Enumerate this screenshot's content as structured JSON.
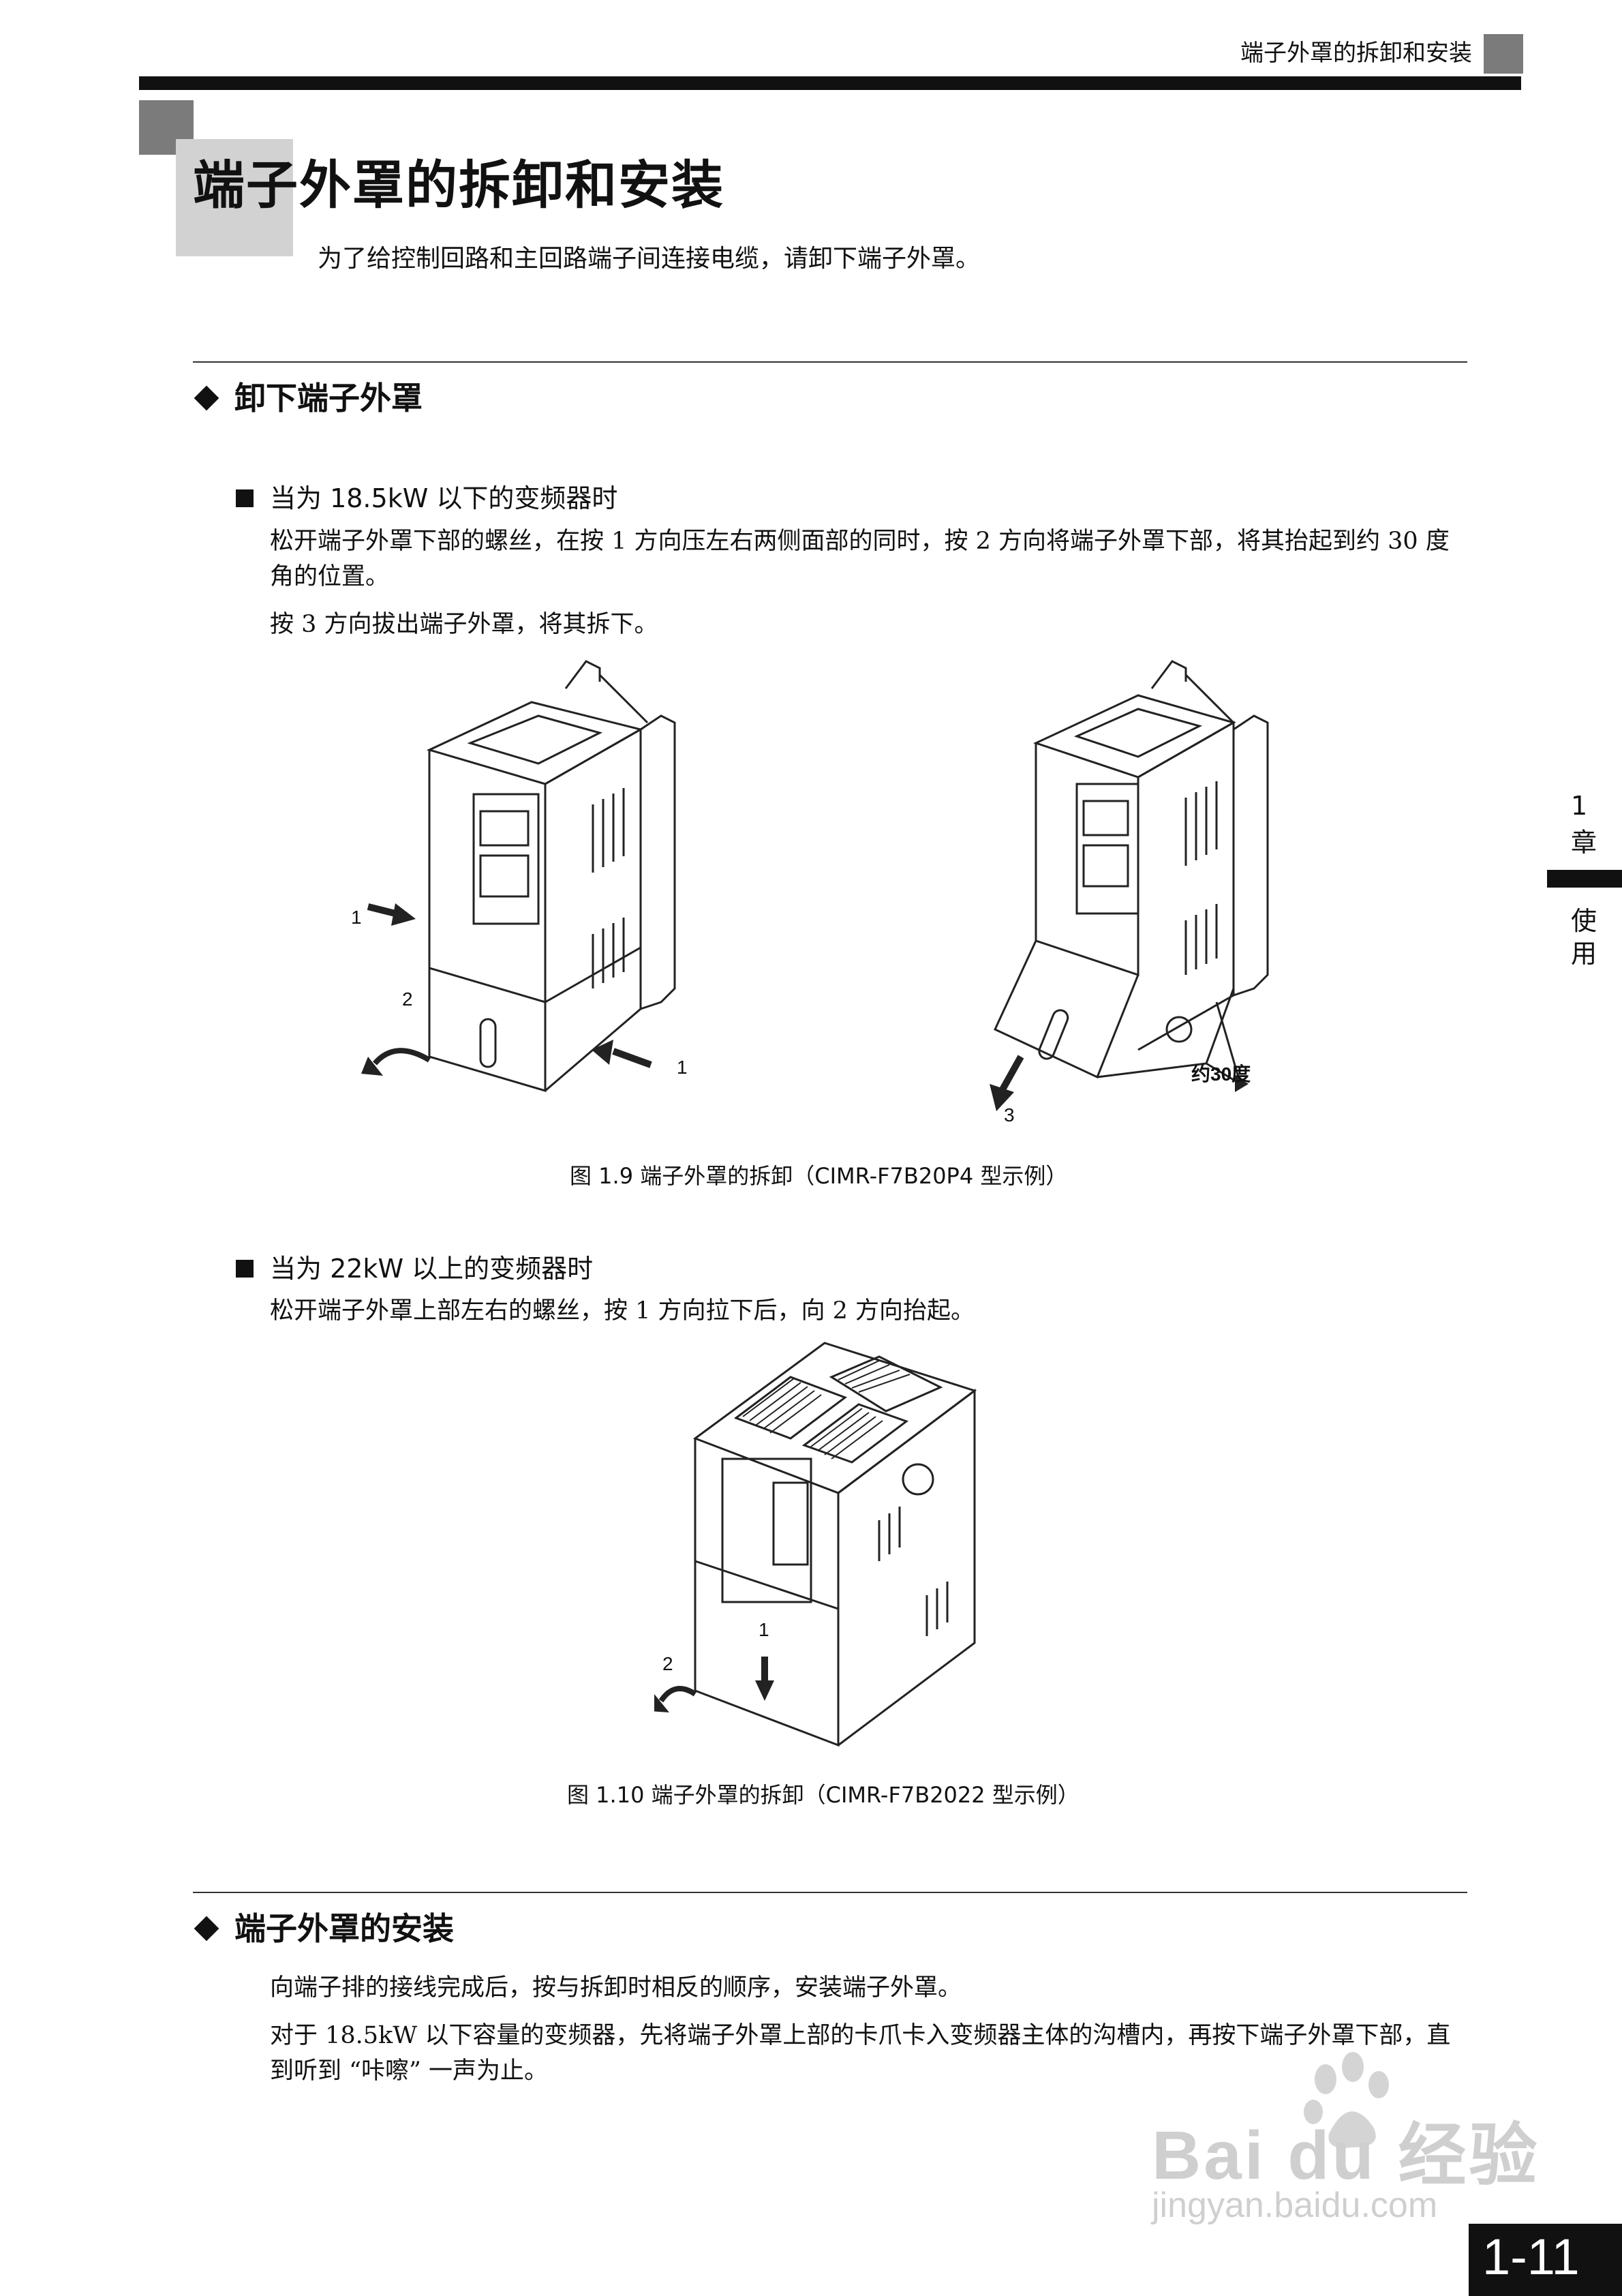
{
  "header": {
    "title": "端子外罩的拆卸和安装"
  },
  "main_title": "端子外罩的拆卸和安装",
  "intro": "为了给控制回路和主回路端子间连接电缆，请卸下端子外罩。",
  "section1": {
    "heading": "卸下端子外罩",
    "sub1": {
      "heading": "当为 18.5kW 以下的变频器时",
      "para1": "松开端子外罩下部的螺丝，在按 1 方向压左右两侧面部的同时，按 2 方向将端子外罩下部，将其抬起到约 30 度角的位置。",
      "para2": "按 3 方向拔出端子外罩，将其拆下。",
      "fig_labels": {
        "l1a": "1",
        "l2": "2",
        "l1b": "1",
        "l3": "3",
        "angle": "约30度"
      },
      "caption": "图 1.9 端子外罩的拆卸（CIMR-F7B20P4 型示例）"
    },
    "sub2": {
      "heading": "当为 22kW 以上的变频器时",
      "para1": "松开端子外罩上部左右的螺丝，按 1 方向拉下后，向 2 方向抬起。",
      "fig_labels": {
        "l1": "1",
        "l2": "2"
      },
      "caption": "图 1.10 端子外罩的拆卸（CIMR-F7B2022 型示例）"
    }
  },
  "section2": {
    "heading": "端子外罩的安装",
    "para1": "向端子排的接线完成后，按与拆卸时相反的顺序，安装端子外罩。",
    "para2": "对于 18.5kW 以下容量的变频器，先将端子外罩上部的卡爪卡入变频器主体的沟槽内，再按下端子外罩下部，直到听到 “咔嚓” 一声为止。"
  },
  "side_tab": {
    "chapter_num": "1",
    "chapter_char": "章",
    "label_1": "使",
    "label_2": "用"
  },
  "page_number": "1-11",
  "watermark": {
    "brand": "Bai du 经验",
    "url": "jingyan.baidu.com"
  }
}
